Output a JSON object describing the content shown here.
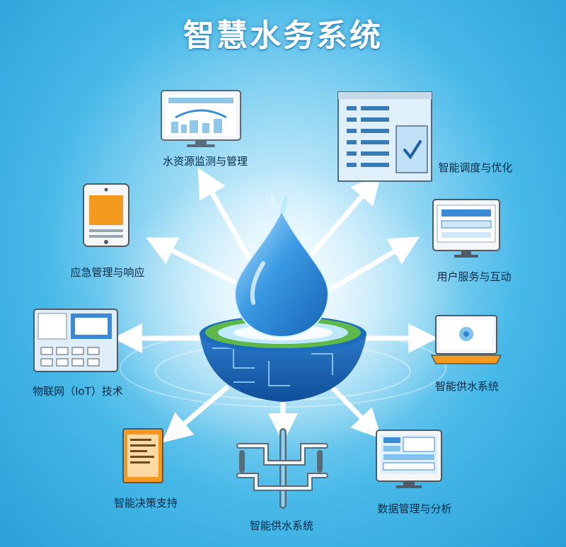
{
  "title": "智慧水务系统",
  "modules": [
    {
      "id": "water-resource",
      "label": "水资源监测与管理",
      "icon": "monitor-icon"
    },
    {
      "id": "dispatch",
      "label": "智能调度与优化",
      "icon": "dispatch-window-icon"
    },
    {
      "id": "emergency",
      "label": "应急管理与响应",
      "icon": "tablet-icon"
    },
    {
      "id": "user-service",
      "label": "用户服务与互动",
      "icon": "desktop-icon"
    },
    {
      "id": "iot",
      "label": "物联网（IoT）技术",
      "icon": "control-panel-icon"
    },
    {
      "id": "supply-right",
      "label": "智能供水系统",
      "icon": "laptop-icon"
    },
    {
      "id": "decision",
      "label": "智能决策支持",
      "icon": "document-icon"
    },
    {
      "id": "supply-bottom",
      "label": "智能供水系统",
      "icon": "pipe-network-icon"
    },
    {
      "id": "data",
      "label": "数据管理与分析",
      "icon": "dashboard-icon"
    }
  ],
  "colors": {
    "water": "#2f86d6",
    "accent": "#f39a1e",
    "grass": "#5fb84a"
  }
}
